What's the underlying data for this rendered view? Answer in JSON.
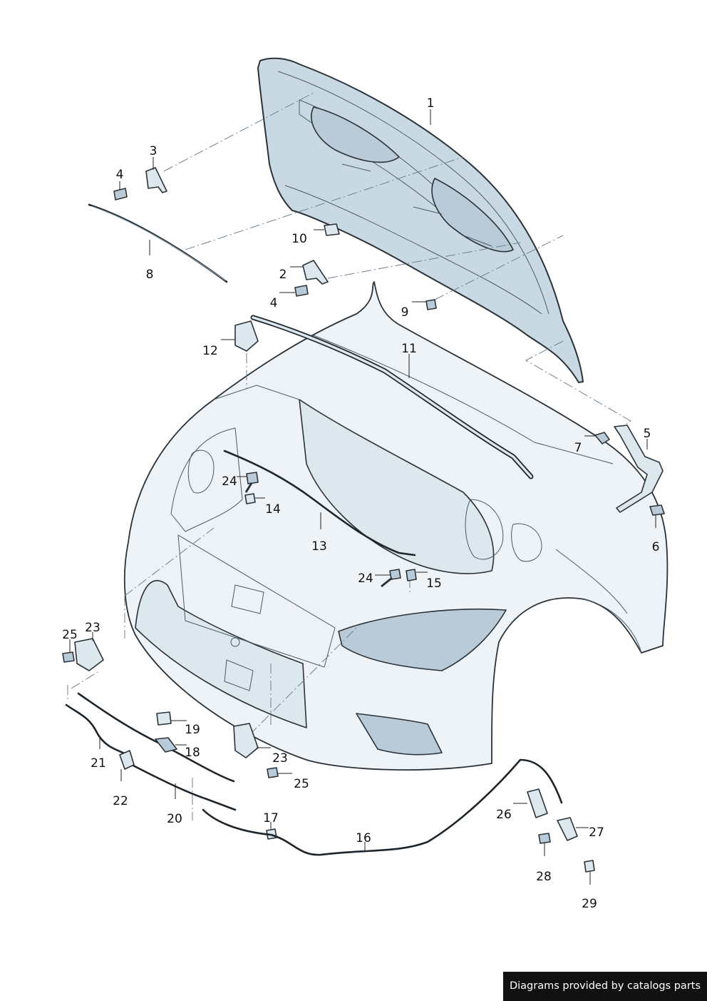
{
  "diagram": {
    "callouts": [
      {
        "id": "1",
        "label": "1"
      },
      {
        "id": "2",
        "label": "2"
      },
      {
        "id": "3",
        "label": "3"
      },
      {
        "id": "4a",
        "label": "4"
      },
      {
        "id": "4b",
        "label": "4"
      },
      {
        "id": "5",
        "label": "5"
      },
      {
        "id": "6",
        "label": "6"
      },
      {
        "id": "7",
        "label": "7"
      },
      {
        "id": "8",
        "label": "8"
      },
      {
        "id": "9",
        "label": "9"
      },
      {
        "id": "10",
        "label": "10"
      },
      {
        "id": "11",
        "label": "11"
      },
      {
        "id": "12",
        "label": "12"
      },
      {
        "id": "13",
        "label": "13"
      },
      {
        "id": "14",
        "label": "14"
      },
      {
        "id": "15",
        "label": "15"
      },
      {
        "id": "16",
        "label": "16"
      },
      {
        "id": "17",
        "label": "17"
      },
      {
        "id": "18",
        "label": "18"
      },
      {
        "id": "19",
        "label": "19"
      },
      {
        "id": "20",
        "label": "20"
      },
      {
        "id": "21",
        "label": "21"
      },
      {
        "id": "22",
        "label": "22"
      },
      {
        "id": "23a",
        "label": "23"
      },
      {
        "id": "23b",
        "label": "23"
      },
      {
        "id": "24a",
        "label": "24"
      },
      {
        "id": "24b",
        "label": "24"
      },
      {
        "id": "25a",
        "label": "25"
      },
      {
        "id": "25b",
        "label": "25"
      },
      {
        "id": "26",
        "label": "26"
      },
      {
        "id": "27",
        "label": "27"
      },
      {
        "id": "28",
        "label": "28"
      },
      {
        "id": "29",
        "label": "29"
      }
    ]
  },
  "watermark": {
    "text": "Diagrams provided by catalogs parts"
  },
  "colors": {
    "part_fill": "#dce7ee",
    "hood_fill": "#c9d9e4",
    "outline": "#2b3238",
    "watermark_bg": "#111111"
  }
}
